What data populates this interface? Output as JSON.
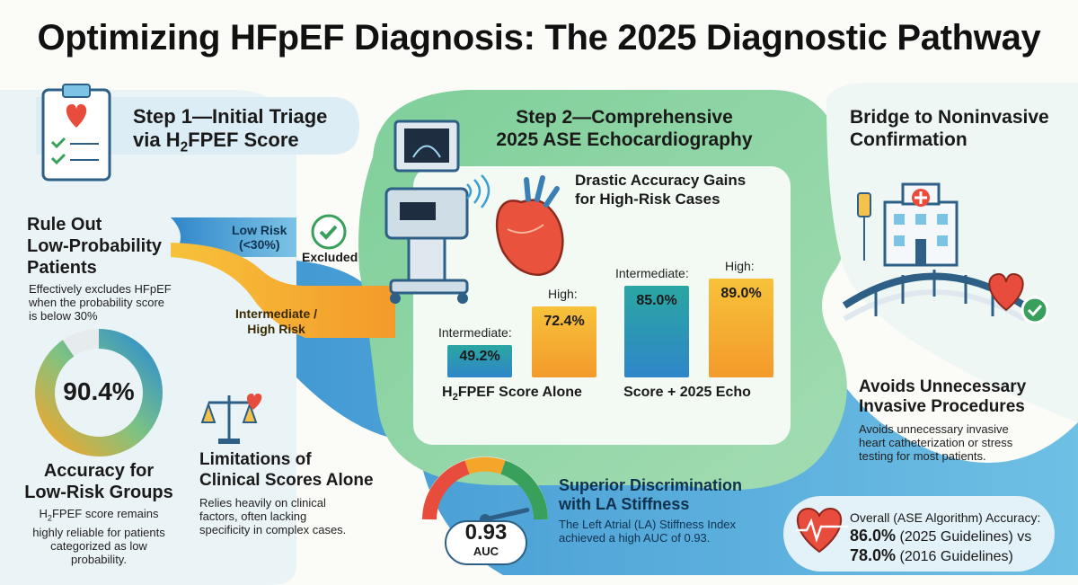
{
  "title": "Optimizing HFpEF Diagnosis: The 2025 Diagnostic Pathway",
  "step1": {
    "title_line1": "Step 1—Initial Triage",
    "title_line2_pre": "via H",
    "title_line2_sub": "2",
    "title_line2_post": "FPEF Score",
    "icon": "clipboard-heart-icon"
  },
  "rule_out": {
    "title": [
      "Rule Out",
      "Low-Probability",
      "Patients"
    ],
    "text": [
      "Effectively excludes HFpEF",
      "when the probability score",
      "is below 30%"
    ]
  },
  "low_risk": {
    "label_line1": "Low Risk",
    "label_line2": "(<30%)",
    "outcome": "Excluded"
  },
  "intermediate_high": {
    "label_line1": "Intermediate /",
    "label_line2": "High Risk"
  },
  "low_risk_accuracy": {
    "value": "90.4%",
    "percent": 90.4,
    "title": [
      "Accuracy for",
      "Low-Risk Groups"
    ],
    "text_pre": "H",
    "text_sub": "2",
    "text_post": "FPEF score remains",
    "text_lines": [
      "highly reliable for patients",
      "categorized as low",
      "probability."
    ]
  },
  "limitations": {
    "title": [
      "Limitations of",
      "Clinical Scores Alone"
    ],
    "text": [
      "Relies heavily on clinical",
      "factors, often lacking",
      "specificity in complex cases."
    ],
    "icon": "scale-heart-icon"
  },
  "step2": {
    "title_line1": "Step 2—Comprehensive",
    "title_line2": "2025 ASE Echocardiography",
    "icon": "ultrasound-machine-icon"
  },
  "chart_data": {
    "type": "bar",
    "title": "Drastic Accuracy Gains for High-Risk Cases",
    "categories": [
      "H2FPEF Score Alone",
      "Score + 2025 Echo"
    ],
    "series": [
      {
        "name": "Intermediate",
        "values": [
          49.2,
          85.0
        ]
      },
      {
        "name": "High",
        "values": [
          72.4,
          89.0
        ]
      }
    ],
    "value_labels": [
      [
        "49.2%",
        "72.4%"
      ],
      [
        "85.0%",
        "89.0%"
      ]
    ],
    "series_labels": [
      "Intermediate:",
      "High:"
    ],
    "title_lines": [
      "Drastic Accuracy Gains",
      "for High-Risk Cases"
    ],
    "category_label_1_pre": "H",
    "category_label_1_sub": "2",
    "category_label_1_post": "FPEF Score Alone",
    "category_label_2": "Score + 2025 Echo"
  },
  "auc": {
    "value": "0.93",
    "unit": "AUC",
    "fraction": 0.93,
    "title": [
      "Superior Discrimination",
      "with LA Stiffness"
    ],
    "text": [
      "The Left Atrial (LA) Stiffness Index",
      "achieved a high AUC of 0.93."
    ]
  },
  "bridge": {
    "title": [
      "Bridge to Noninvasive",
      "Confirmation"
    ],
    "icon": "hospital-bridge-icon"
  },
  "avoids": {
    "title": [
      "Avoids Unnecessary",
      "Invasive Procedures"
    ],
    "text": [
      "Avoids unnecessary invasive",
      "heart catheterization or stress",
      "testing for most patients."
    ]
  },
  "overall": {
    "label": "Overall (ASE Algorithm) Accuracy:",
    "v2025": "86.0%",
    "v2025_text": "(2025 Guidelines) vs",
    "v2016": "78.0%",
    "v2016_text": "(2016 Guidelines)",
    "icon": "heart-pulse-icon"
  },
  "colors": {
    "green_panel": "#8fd0a0",
    "blue_flow": "#3a9fd2",
    "orange": "#f4a62a",
    "teal_bar": "#2aa6a2"
  }
}
